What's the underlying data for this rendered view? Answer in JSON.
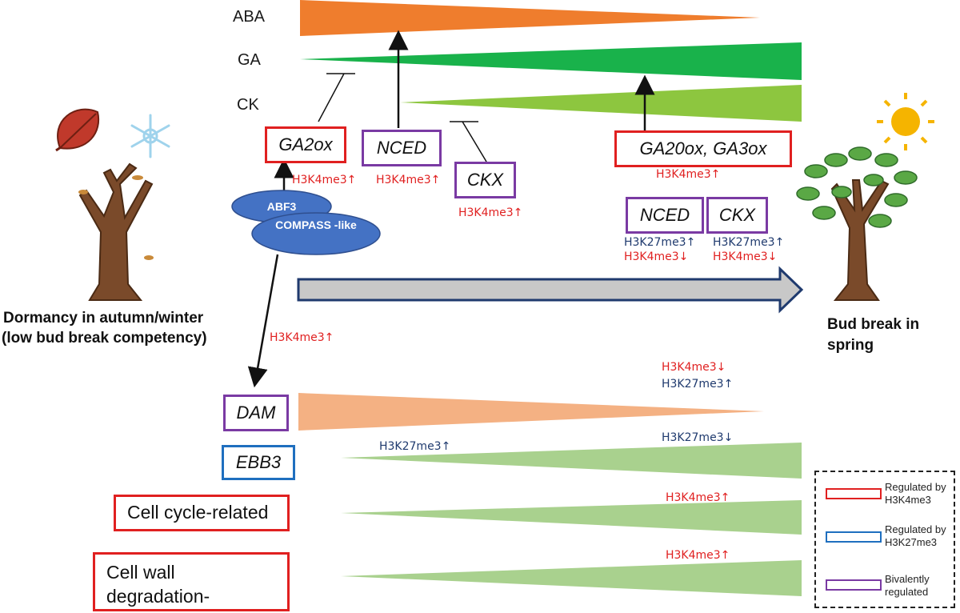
{
  "hormones": {
    "aba": "ABA",
    "ga": "GA",
    "ck": "CK"
  },
  "genes": {
    "ga2ox": "GA2ox",
    "nced": "NCED",
    "ckx": "CKX",
    "ga20ox": "GA20ox, GA3ox",
    "nced2": "NCED",
    "ckx2": "CKX",
    "dam": "DAM",
    "ebb3": "EBB3",
    "cell_cycle": "Cell cycle-related",
    "cell_wall": "Cell wall degradation-related"
  },
  "complex": {
    "abf3": "ABF3",
    "compass": "COMPASS -like"
  },
  "marks": {
    "ga2ox": "H3K4me3↑",
    "nced": "H3K4me3↑",
    "ckx": "H3K4me3↑",
    "ga20ox": "H3K4me3↑",
    "nced2_a": "H3K27me3↑",
    "nced2_b": "H3K4me3↓",
    "ckx2_a": "H3K27me3↑",
    "ckx2_b": "H3K4me3↓",
    "dam_arrow": "H3K4me3↑",
    "dam_a": "H3K4me3↓",
    "dam_b": "H3K27me3↑",
    "ebb3_left": "H3K27me3↑",
    "ebb3_right": "H3K27me3↓",
    "cell_cycle": "H3K4me3↑",
    "cell_wall": "H3K4me3↑"
  },
  "captions": {
    "dormancy_line1": "Dormancy in autumn/winter",
    "dormancy_line2": "(low bud break competency)",
    "budbreak_line1": "Bud break in",
    "budbreak_line2": "spring"
  },
  "legend": {
    "h3k4me3": "Regulated by H3K4me3",
    "h3k27me3": "Regulated by H3K27me3",
    "bivalent": "Bivalently regulated"
  },
  "colors": {
    "aba": "#ef7d2d",
    "ga": "#19b24b",
    "ck": "#8dc63f",
    "dam": "#f4b183",
    "green_light": "#a9d18e",
    "h3k4me3_box": "#e02020",
    "h3k27me3_box": "#1f6fbf",
    "bivalent_box": "#7a3aa3",
    "complex": "#4472c4"
  }
}
